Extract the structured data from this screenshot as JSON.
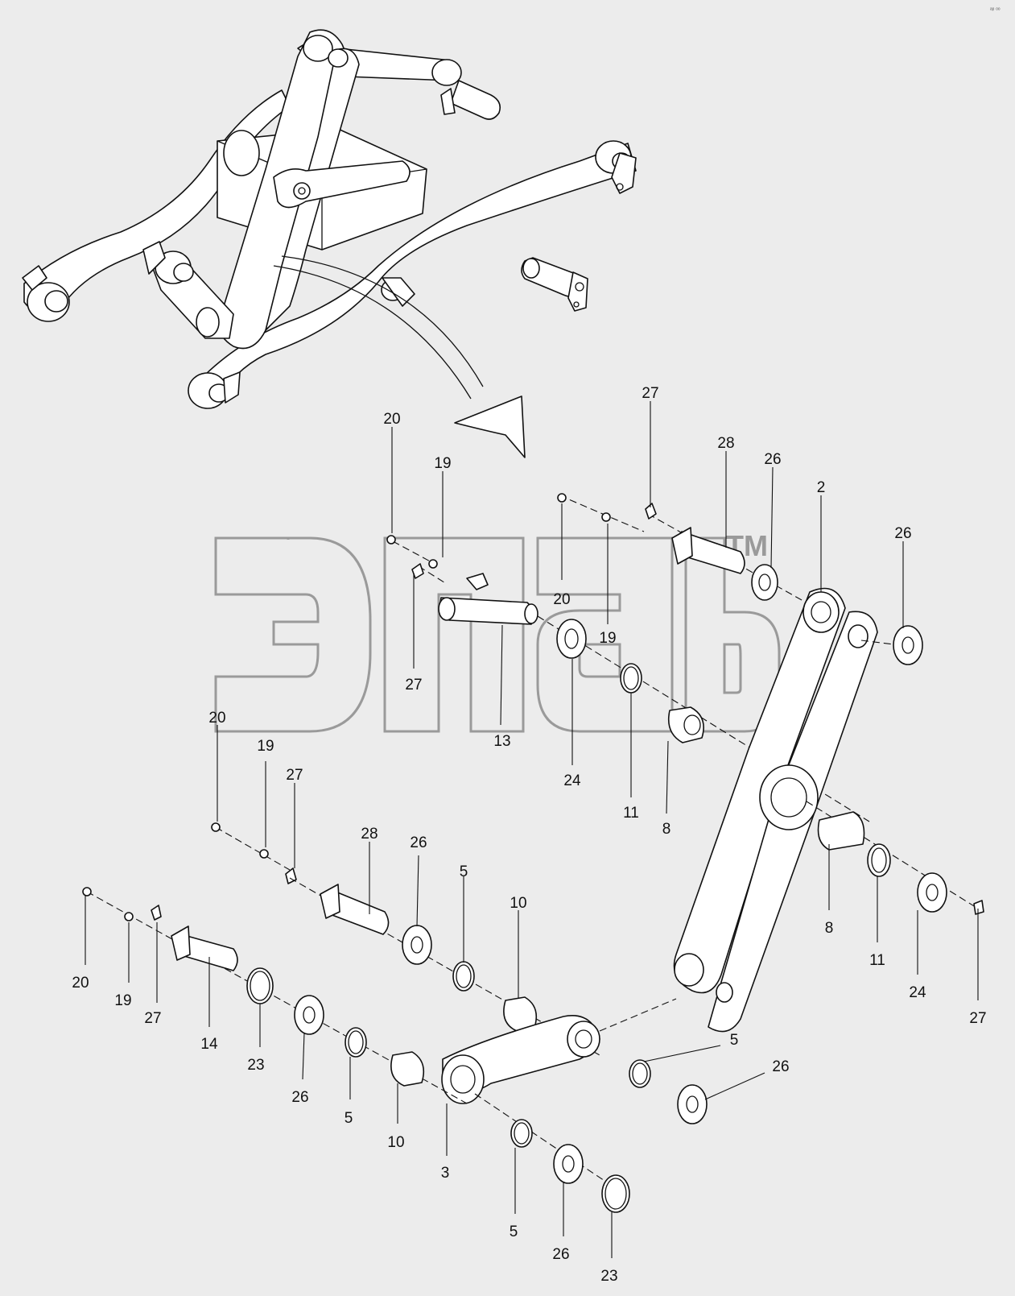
{
  "diagram": {
    "watermark_mark": "TM",
    "corner_note": "ᵃᵖ ᵒᵒ",
    "callouts": [
      {
        "id": "c1",
        "label": "27"
      },
      {
        "id": "c2",
        "label": "28"
      },
      {
        "id": "c3",
        "label": "26"
      },
      {
        "id": "c4",
        "label": "2"
      },
      {
        "id": "c5",
        "label": "26"
      },
      {
        "id": "c6",
        "label": "20"
      },
      {
        "id": "c7",
        "label": "19"
      },
      {
        "id": "c8",
        "label": "20"
      },
      {
        "id": "c9",
        "label": "19"
      },
      {
        "id": "c10",
        "label": "27"
      },
      {
        "id": "c11",
        "label": "13"
      },
      {
        "id": "c12",
        "label": "24"
      },
      {
        "id": "c13",
        "label": "11"
      },
      {
        "id": "c14",
        "label": "8"
      },
      {
        "id": "c15",
        "label": "20"
      },
      {
        "id": "c16",
        "label": "19"
      },
      {
        "id": "c17",
        "label": "27"
      },
      {
        "id": "c18",
        "label": "28"
      },
      {
        "id": "c19",
        "label": "26"
      },
      {
        "id": "c20",
        "label": "5"
      },
      {
        "id": "c21",
        "label": "10"
      },
      {
        "id": "c22",
        "label": "8"
      },
      {
        "id": "c23",
        "label": "11"
      },
      {
        "id": "c24",
        "label": "24"
      },
      {
        "id": "c25",
        "label": "27"
      },
      {
        "id": "c26",
        "label": "20"
      },
      {
        "id": "c27",
        "label": "19"
      },
      {
        "id": "c28",
        "label": "27"
      },
      {
        "id": "c29",
        "label": "14"
      },
      {
        "id": "c30",
        "label": "23"
      },
      {
        "id": "c31",
        "label": "26"
      },
      {
        "id": "c32",
        "label": "5"
      },
      {
        "id": "c33",
        "label": "10"
      },
      {
        "id": "c34",
        "label": "3"
      },
      {
        "id": "c35",
        "label": "5"
      },
      {
        "id": "c36",
        "label": "26"
      },
      {
        "id": "c37",
        "label": "5"
      },
      {
        "id": "c38",
        "label": "26"
      },
      {
        "id": "c39",
        "label": "23"
      }
    ]
  }
}
